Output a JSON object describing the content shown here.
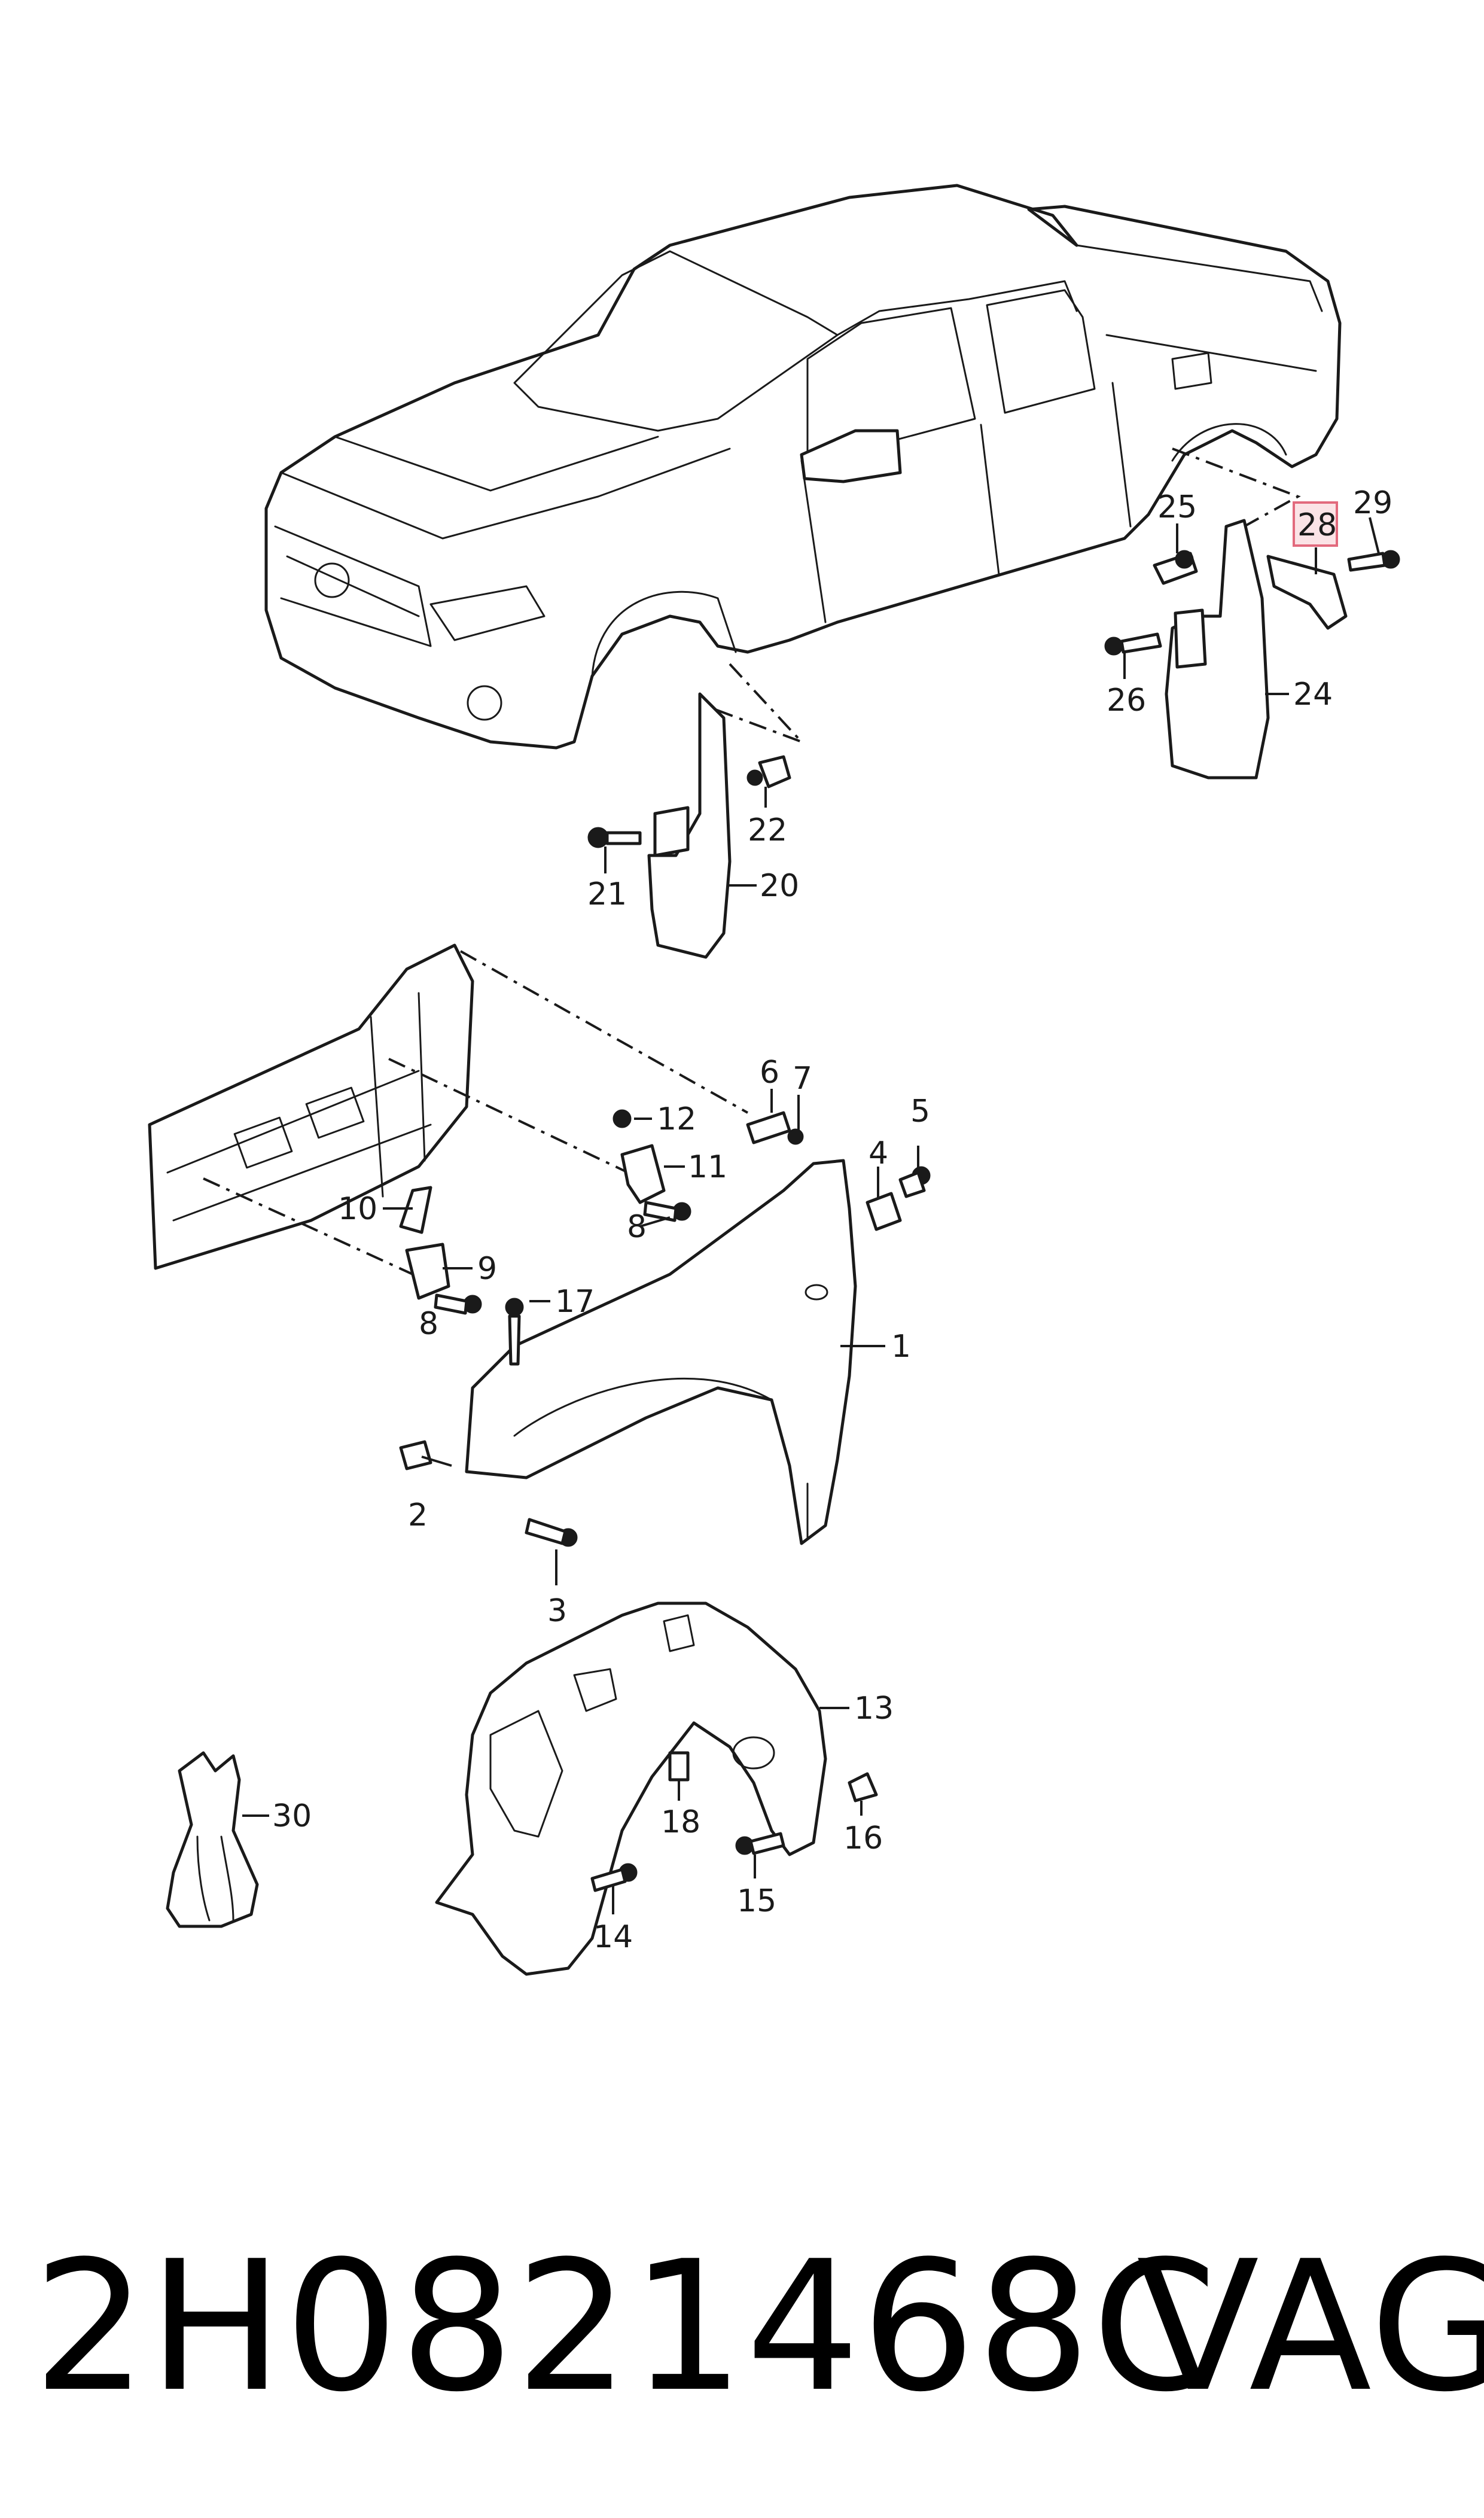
{
  "callouts": {
    "c1": "1",
    "c2": "2",
    "c3": "3",
    "c4": "4",
    "c5": "5",
    "c6": "6",
    "c7": "7",
    "c8a": "8",
    "c8b": "8",
    "c9": "9",
    "c10": "10",
    "c11": "11",
    "c12": "12",
    "c13": "13",
    "c14": "14",
    "c15": "15",
    "c16": "16",
    "c17": "17",
    "c18": "18",
    "c20": "20",
    "c21": "21",
    "c22": "22",
    "c24": "24",
    "c25": "25",
    "c26": "26",
    "c28": "28",
    "c29": "29",
    "c30": "30"
  },
  "highlighted_callout": "28",
  "colors": {
    "highlight_fill": "#fbe3e6",
    "highlight_border": "#e26a7d",
    "line": "#1a1a1a"
  },
  "footer": {
    "part_number": "2H0821468C",
    "brand": "VAG"
  }
}
